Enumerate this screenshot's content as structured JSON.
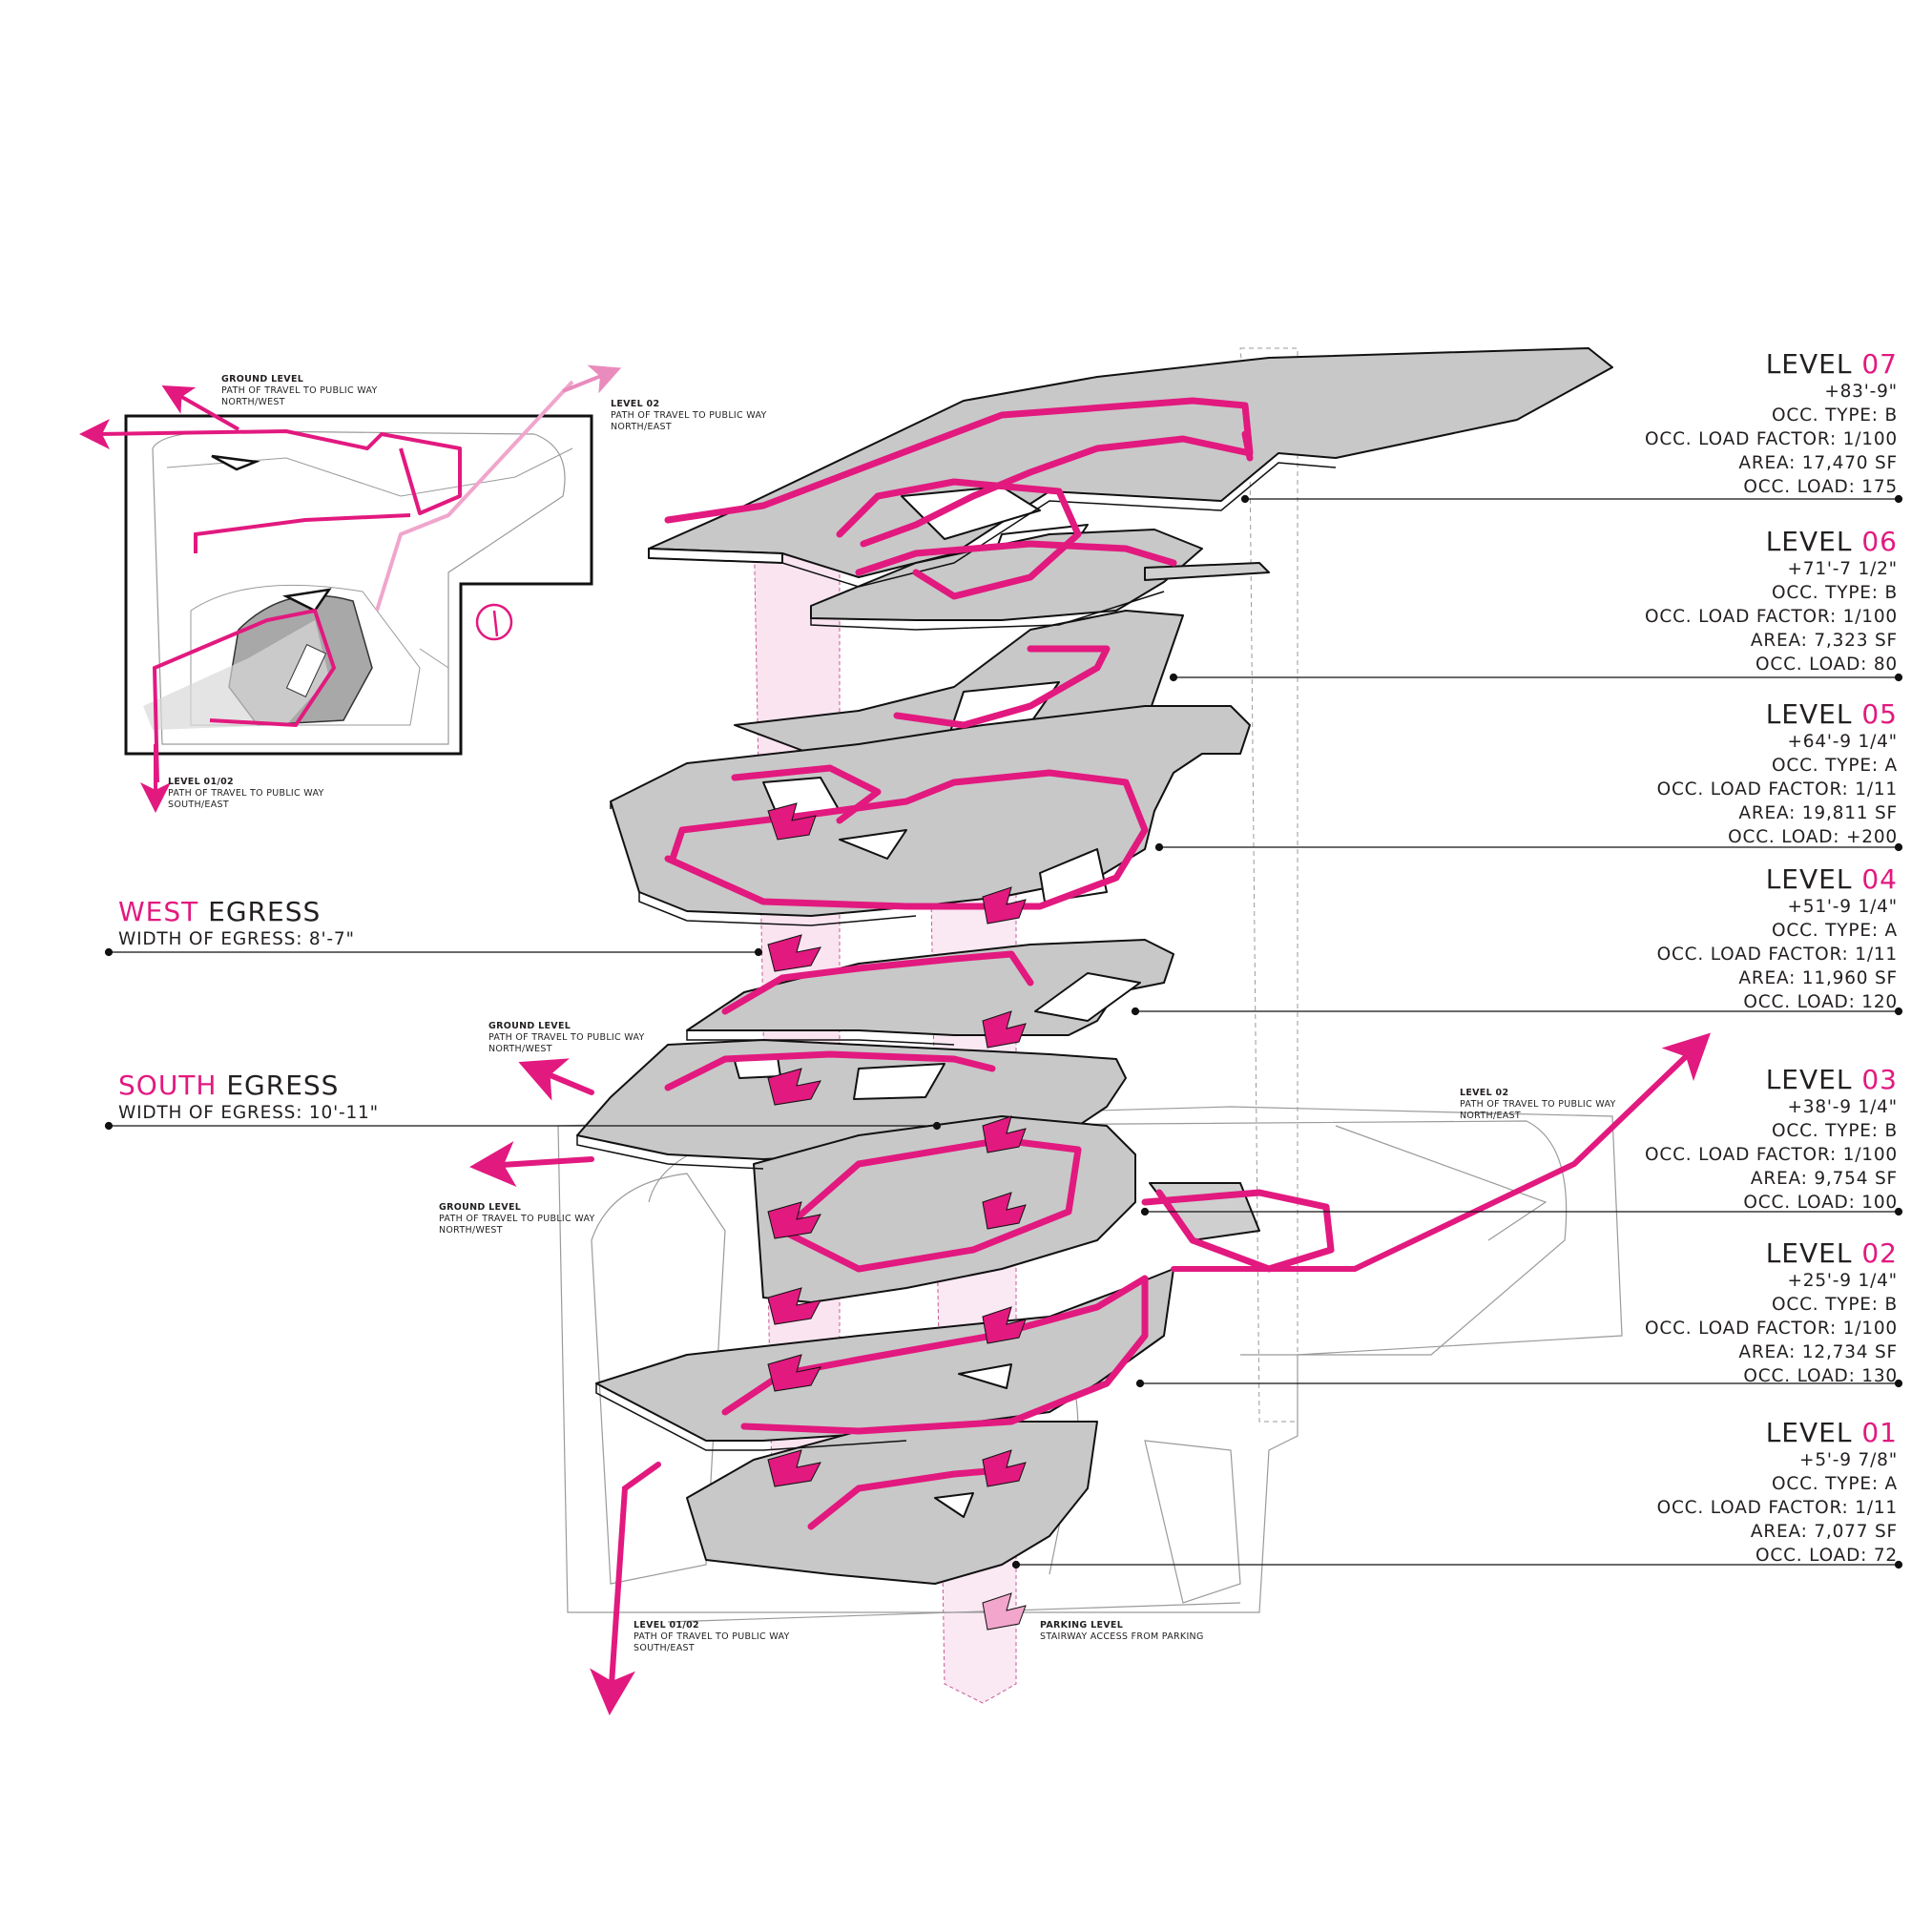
{
  "accent_color": "#e2197f",
  "slab_color": "#c8c8c8",
  "levels": [
    {
      "label": "LEVEL",
      "num": "07",
      "elevation": "+83'-9\"",
      "occ_type": "OCC. TYPE: B",
      "load_factor": "OCC. LOAD FACTOR: 1/100",
      "area": "AREA: 17,470 SF",
      "occ_load": "OCC. LOAD: 175"
    },
    {
      "label": "LEVEL",
      "num": "06",
      "elevation": "+71'-7 1/2\"",
      "occ_type": "OCC. TYPE: B",
      "load_factor": "OCC. LOAD FACTOR: 1/100",
      "area": "AREA: 7,323 SF",
      "occ_load": "OCC. LOAD: 80"
    },
    {
      "label": "LEVEL",
      "num": "05",
      "elevation": "+64'-9 1/4\"",
      "occ_type": "OCC. TYPE: A",
      "load_factor": "OCC. LOAD FACTOR: 1/11",
      "area": "AREA: 19,811 SF",
      "occ_load": "OCC. LOAD: +200"
    },
    {
      "label": "LEVEL",
      "num": "04",
      "elevation": "+51'-9 1/4\"",
      "occ_type": "OCC. TYPE: A",
      "load_factor": "OCC. LOAD FACTOR: 1/11",
      "area": "AREA: 11,960 SF",
      "occ_load": "OCC. LOAD: 120"
    },
    {
      "label": "LEVEL",
      "num": "03",
      "elevation": "+38'-9 1/4\"",
      "occ_type": "OCC. TYPE: B",
      "load_factor": "OCC. LOAD FACTOR: 1/100",
      "area": "AREA: 9,754 SF",
      "occ_load": "OCC. LOAD: 100"
    },
    {
      "label": "LEVEL",
      "num": "02",
      "elevation": "+25'-9 1/4\"",
      "occ_type": "OCC. TYPE: B",
      "load_factor": "OCC. LOAD FACTOR: 1/100",
      "area": "AREA: 12,734 SF",
      "occ_load": "OCC. LOAD: 130"
    },
    {
      "label": "LEVEL",
      "num": "01",
      "elevation": "+5'-9 7/8\"",
      "occ_type": "OCC. TYPE: A",
      "load_factor": "OCC. LOAD FACTOR: 1/11",
      "area": "AREA: 7,077 SF",
      "occ_load": "OCC. LOAD: 72"
    }
  ],
  "egress": {
    "west": {
      "highlight": "WEST",
      "rest": " EGRESS",
      "width": "WIDTH OF EGRESS: 8'-7\""
    },
    "south": {
      "highlight": "SOUTH",
      "rest": " EGRESS",
      "width": "WIDTH OF EGRESS: 10'-11\""
    }
  },
  "notes": {
    "inset_ground": {
      "title": "GROUND LEVEL",
      "line1": "PATH OF TRAVEL TO PUBLIC WAY",
      "line2": "NORTH/WEST"
    },
    "inset_level02": {
      "title": "LEVEL 02",
      "line1": "PATH OF TRAVEL TO PUBLIC WAY",
      "line2": "NORTH/EAST"
    },
    "inset_level0102": {
      "title": "LEVEL 01/02",
      "line1": "PATH OF TRAVEL TO PUBLIC WAY",
      "line2": "SOUTH/EAST"
    },
    "main_ground_upper": {
      "title": "GROUND LEVEL",
      "line1": "PATH OF TRAVEL TO PUBLIC WAY",
      "line2": "NORTH/WEST"
    },
    "main_ground_lower": {
      "title": "GROUND LEVEL",
      "line1": "PATH OF TRAVEL TO PUBLIC WAY",
      "line2": "NORTH/WEST"
    },
    "main_level02": {
      "title": "LEVEL 02",
      "line1": "PATH OF TRAVEL TO PUBLIC WAY",
      "line2": "NORTH/EAST"
    },
    "main_level0102": {
      "title": "LEVEL 01/02",
      "line1": "PATH OF TRAVEL TO PUBLIC WAY",
      "line2": "SOUTH/EAST"
    },
    "parking": {
      "title": "PARKING LEVEL",
      "line1": "STAIRWAY ACCESS FROM PARKING"
    }
  }
}
